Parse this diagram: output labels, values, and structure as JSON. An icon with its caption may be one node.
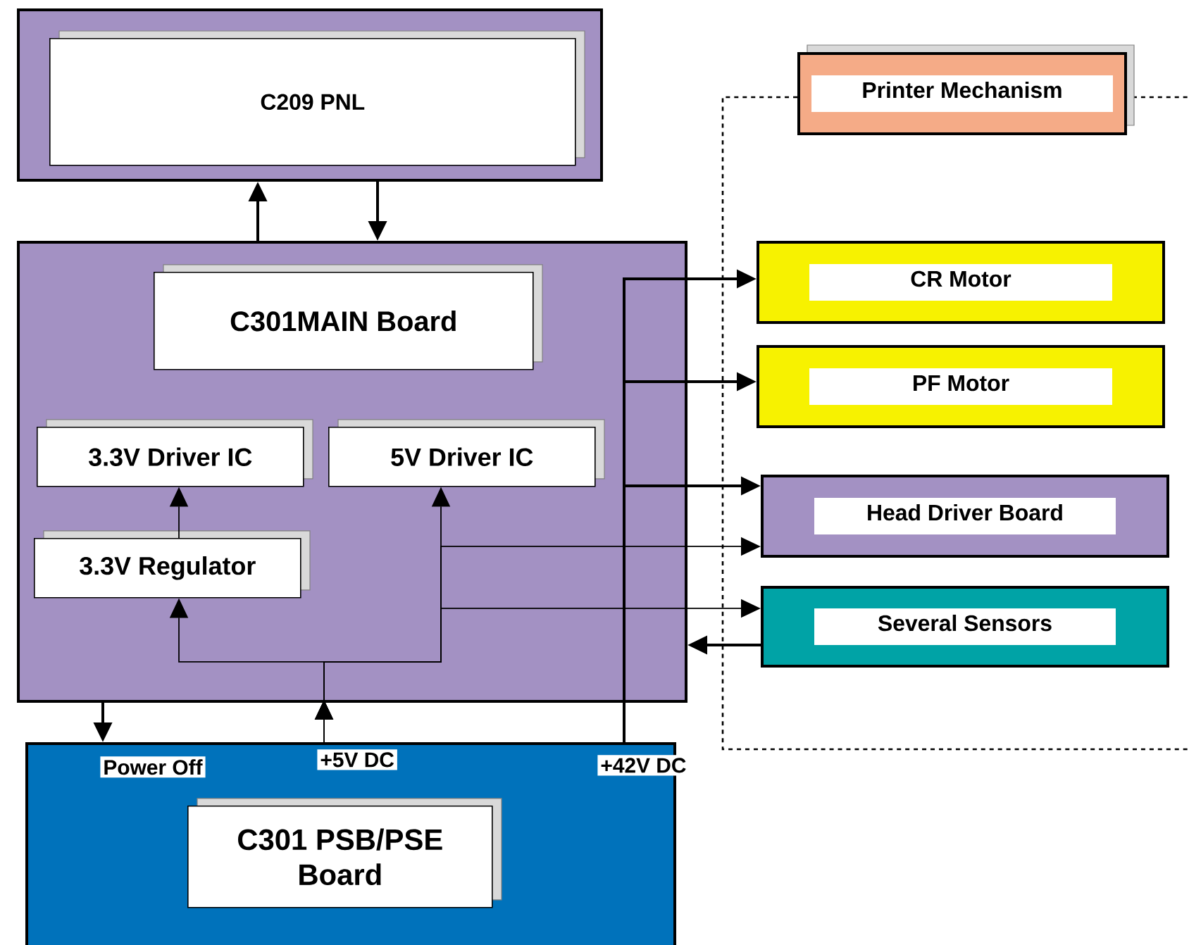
{
  "diagram": {
    "nodes": [
      {
        "text": [],
        "shape": "box"
      },
      {
        "text": [
          "C209 PNL"
        ],
        "in": 0
      },
      {
        "text": [],
        "shape": "box"
      },
      {
        "text": [
          "C301MAIN Board"
        ],
        "in": 2
      },
      {
        "text": [
          "3.3V Driver IC"
        ],
        "in": 2
      },
      {
        "text": [
          "5V Driver IC"
        ],
        "in": 2
      },
      {
        "text": [
          "3.3V Regulator"
        ],
        "in": 2
      },
      {
        "text": [],
        "shape": "box"
      },
      {
        "text": [
          "C301 PSB/PSE Board"
        ],
        "in": 7
      },
      {
        "text": [
          "Printer Mechanism"
        ]
      },
      {
        "text": [
          "CR Motor"
        ]
      },
      {
        "text": [
          "PF Motor"
        ]
      },
      {
        "text": [
          "Head Driver Board"
        ]
      },
      {
        "text": [
          "Several Sensors"
        ]
      }
    ],
    "edges": [
      {
        "from": 2,
        "to": 0,
        "arrow": "to"
      },
      {
        "from": 0,
        "to": 2,
        "arrow": "to"
      },
      {
        "from": 6,
        "to": 4,
        "arrow": "to"
      },
      {
        "from": 2,
        "to": 7,
        "arrow": "to",
        "label": "Power Off"
      },
      {
        "from": 7,
        "to": 6,
        "arrow": "to",
        "label": "+5V DC"
      },
      {
        "from": 7,
        "to": 5,
        "arrow": "to"
      },
      {
        "from": 7,
        "to": 12,
        "arrow": "to"
      },
      {
        "from": 7,
        "to": 13,
        "arrow": "to"
      },
      {
        "from": 7,
        "to": 10,
        "arrow": "to",
        "label": "+42V DC"
      },
      {
        "from": 7,
        "to": 11,
        "arrow": "to"
      },
      {
        "from": 7,
        "to": 12,
        "arrow": "to"
      },
      {
        "from": 13,
        "to": 2,
        "arrow": "to"
      }
    ]
  }
}
